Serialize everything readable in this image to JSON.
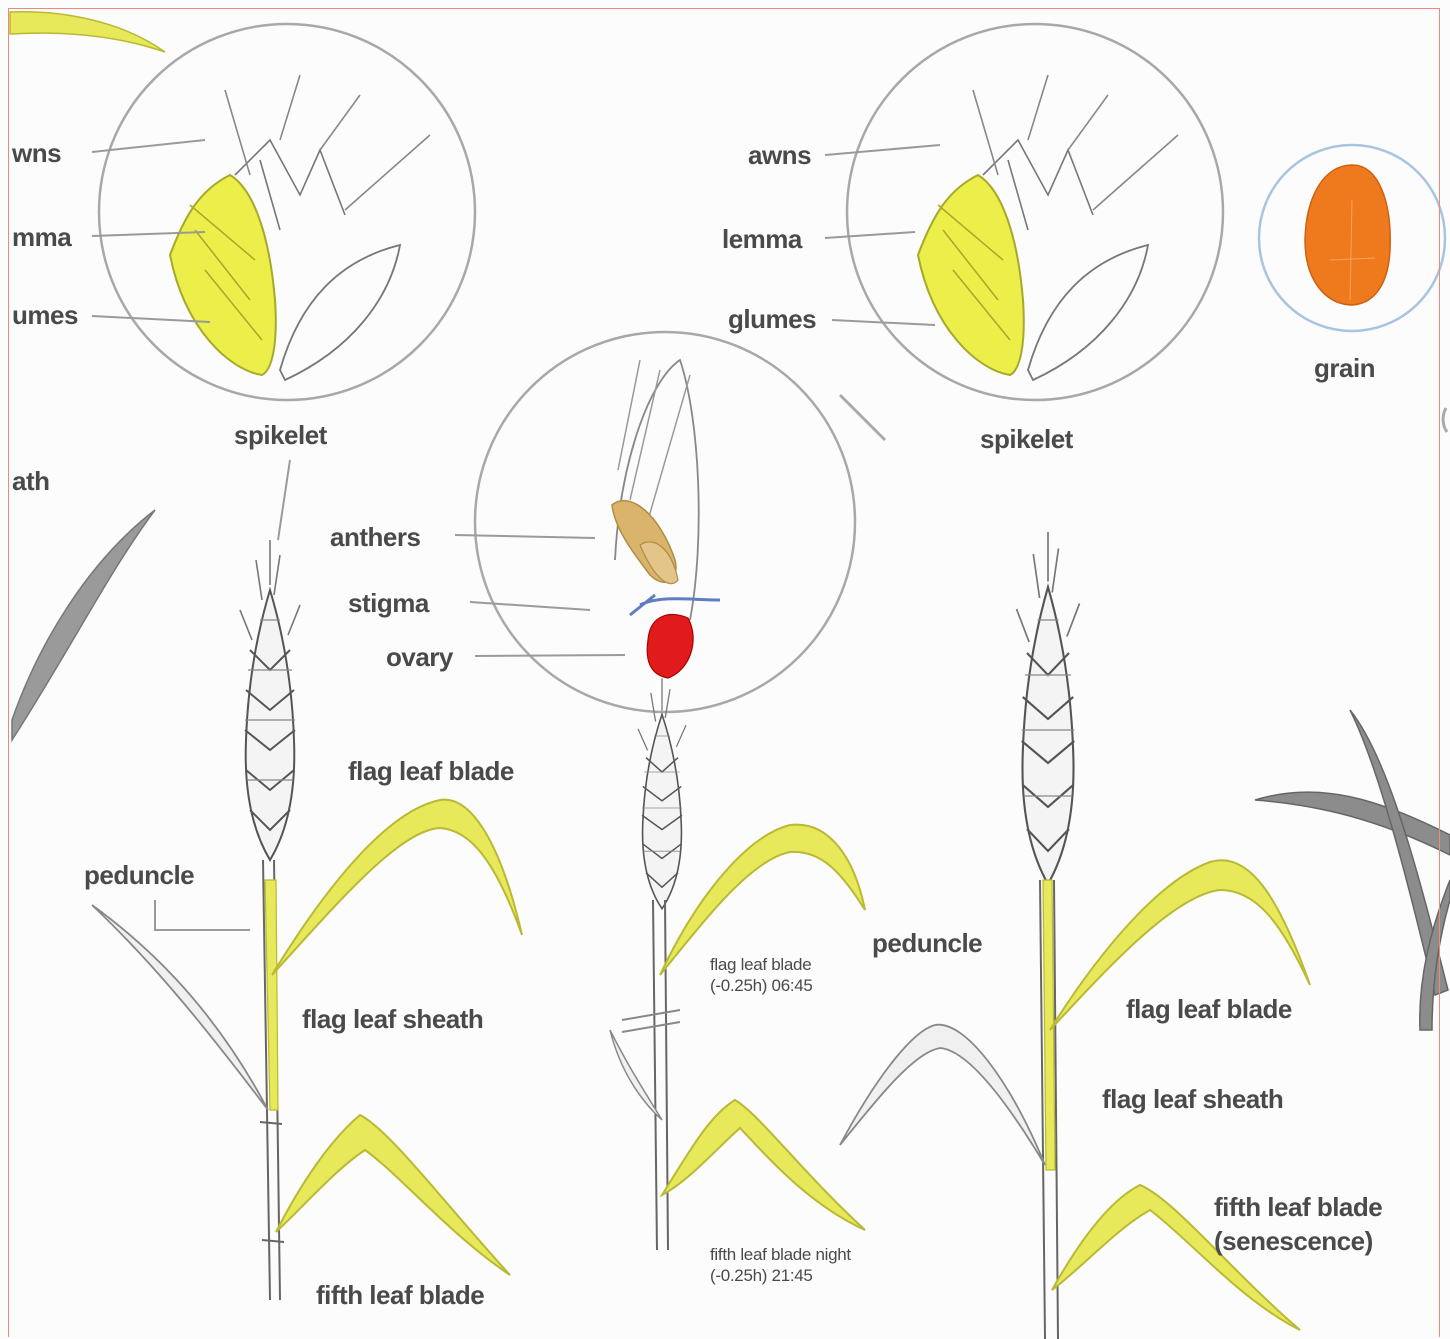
{
  "colors": {
    "leaf_yellow": "#e7e85a",
    "leaf_outline": "#b9b935",
    "grain_orange": "#ef7a1e",
    "ovary_red": "#e11b1b",
    "anther_tan": "#d9b46a",
    "line_gray": "#9a9a9a",
    "circle_gray": "#a8a8a8",
    "frame_red": "#ef8a7a"
  },
  "left_plant": {
    "awns": "wns",
    "lemma": "mma",
    "glumes": "umes",
    "spikelet": "spikelet",
    "sheath_fragment": "ath",
    "peduncle": "peduncle",
    "flag_leaf_blade": "flag leaf blade",
    "flag_leaf_sheath": "flag leaf sheath",
    "fifth_leaf_blade": "fifth leaf blade"
  },
  "middle_plant": {
    "anthers": "anthers",
    "stigma": "stigma",
    "ovary": "ovary",
    "peduncle": "peduncle",
    "flag_blade_title": "flag leaf blade",
    "flag_blade_time": "(-0.25h) 06:45",
    "fifth_blade_title": "fifth leaf blade night",
    "fifth_blade_time": "(-0.25h) 21:45"
  },
  "right_plant": {
    "awns": "awns",
    "lemma": "lemma",
    "glumes": "glumes",
    "spikelet": "spikelet",
    "grain": "grain",
    "flag_leaf_blade": "flag leaf blade",
    "flag_leaf_sheath": "flag leaf sheath",
    "fifth_title": "fifth leaf blade",
    "fifth_state": "(senescence)"
  }
}
